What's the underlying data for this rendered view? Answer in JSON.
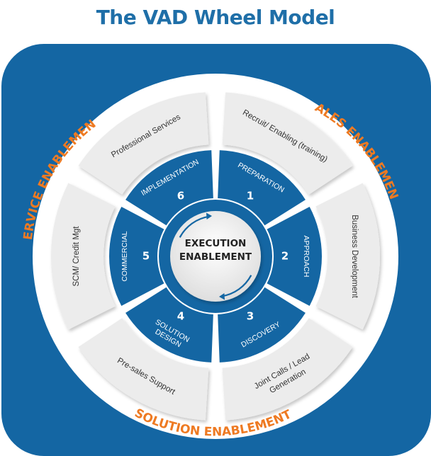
{
  "title": "The VAD Wheel Model",
  "colors": {
    "title": "#1f6fa8",
    "blue": "#1466a3",
    "orange": "#ee7a22",
    "segment": "#ececec",
    "segment_shadow": "#c9c9c9",
    "center": "#f2f2f2"
  },
  "ring_labels": {
    "sales": "SALES ENABLEMENT",
    "service": "SERVICE ENABLEMENT",
    "solution": "SOLUTION ENABLEMENT"
  },
  "center": {
    "line1": "EXECUTION",
    "line2": "ENABLEMENT"
  },
  "outer_segments": [
    {
      "lines": [
        "Recruit/ Enabling (training)"
      ]
    },
    {
      "lines": [
        "Business Development"
      ]
    },
    {
      "lines": [
        "Joint Calls / Lead",
        "Generation"
      ]
    },
    {
      "lines": [
        "Pre-sales Support"
      ]
    },
    {
      "lines": [
        "SCM/ Credit Mgt"
      ]
    },
    {
      "lines": [
        "Professional Services"
      ]
    }
  ],
  "inner_segments": [
    {
      "number": "1",
      "lines": [
        "PREPARATION"
      ]
    },
    {
      "number": "2",
      "lines": [
        "APPROACH"
      ]
    },
    {
      "number": "3",
      "lines": [
        "DISCOVERY"
      ]
    },
    {
      "number": "4",
      "lines": [
        "SOLUTION",
        "DESIGN"
      ]
    },
    {
      "number": "5",
      "lines": [
        "COMMERCIAL"
      ]
    },
    {
      "number": "6",
      "lines": [
        "IMPLEMENTATION"
      ]
    }
  ]
}
